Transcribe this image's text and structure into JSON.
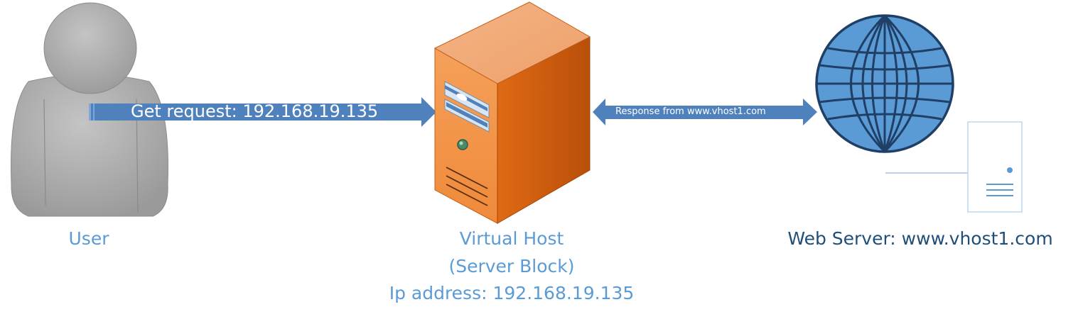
{
  "user": {
    "label": "User"
  },
  "request_arrow": {
    "label": "Get request: 192.168.19.135"
  },
  "virtual_host": {
    "line1": "Virtual Host",
    "line2": "(Server Block)",
    "line3": "Ip address: 192.168.19.135"
  },
  "response_arrow": {
    "label": "Response from www.vhost1.com"
  },
  "web_server": {
    "label": "Web Server: www.vhost1.com"
  },
  "colors": {
    "label_blue": "#5b9bd5",
    "label_dark_blue": "#1f4e79",
    "arrow_blue": "#4f81bd",
    "server_orange": "#e46c0a",
    "globe_blue": "#5b9bd5",
    "user_gray": "#a6a6a6"
  },
  "icons": {
    "user": "user-silhouette-icon",
    "virtual_host": "server-tower-icon",
    "web_server": "globe-icon",
    "small_server": "server-icon"
  }
}
